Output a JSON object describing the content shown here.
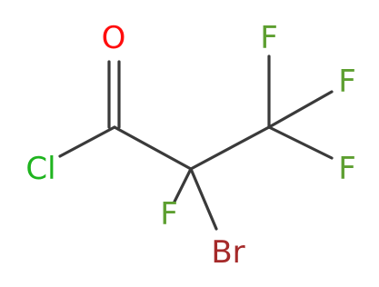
{
  "molecule": {
    "atoms": {
      "oxygen": {
        "label": "O",
        "color": "#ff0d0d"
      },
      "chlorine": {
        "label": "Cl",
        "color": "#1fb41f"
      },
      "fluorine_top": {
        "label": "F",
        "color": "#5d9f30"
      },
      "fluorine_right": {
        "label": "F",
        "color": "#5d9f30"
      },
      "fluorine_lower_right": {
        "label": "F",
        "color": "#5d9f30"
      },
      "fluorine_bottom": {
        "label": "F",
        "color": "#5d9f30"
      },
      "bromine": {
        "label": "Br",
        "color": "#a52a2a"
      }
    },
    "bond_color": "#3a3a3a"
  }
}
